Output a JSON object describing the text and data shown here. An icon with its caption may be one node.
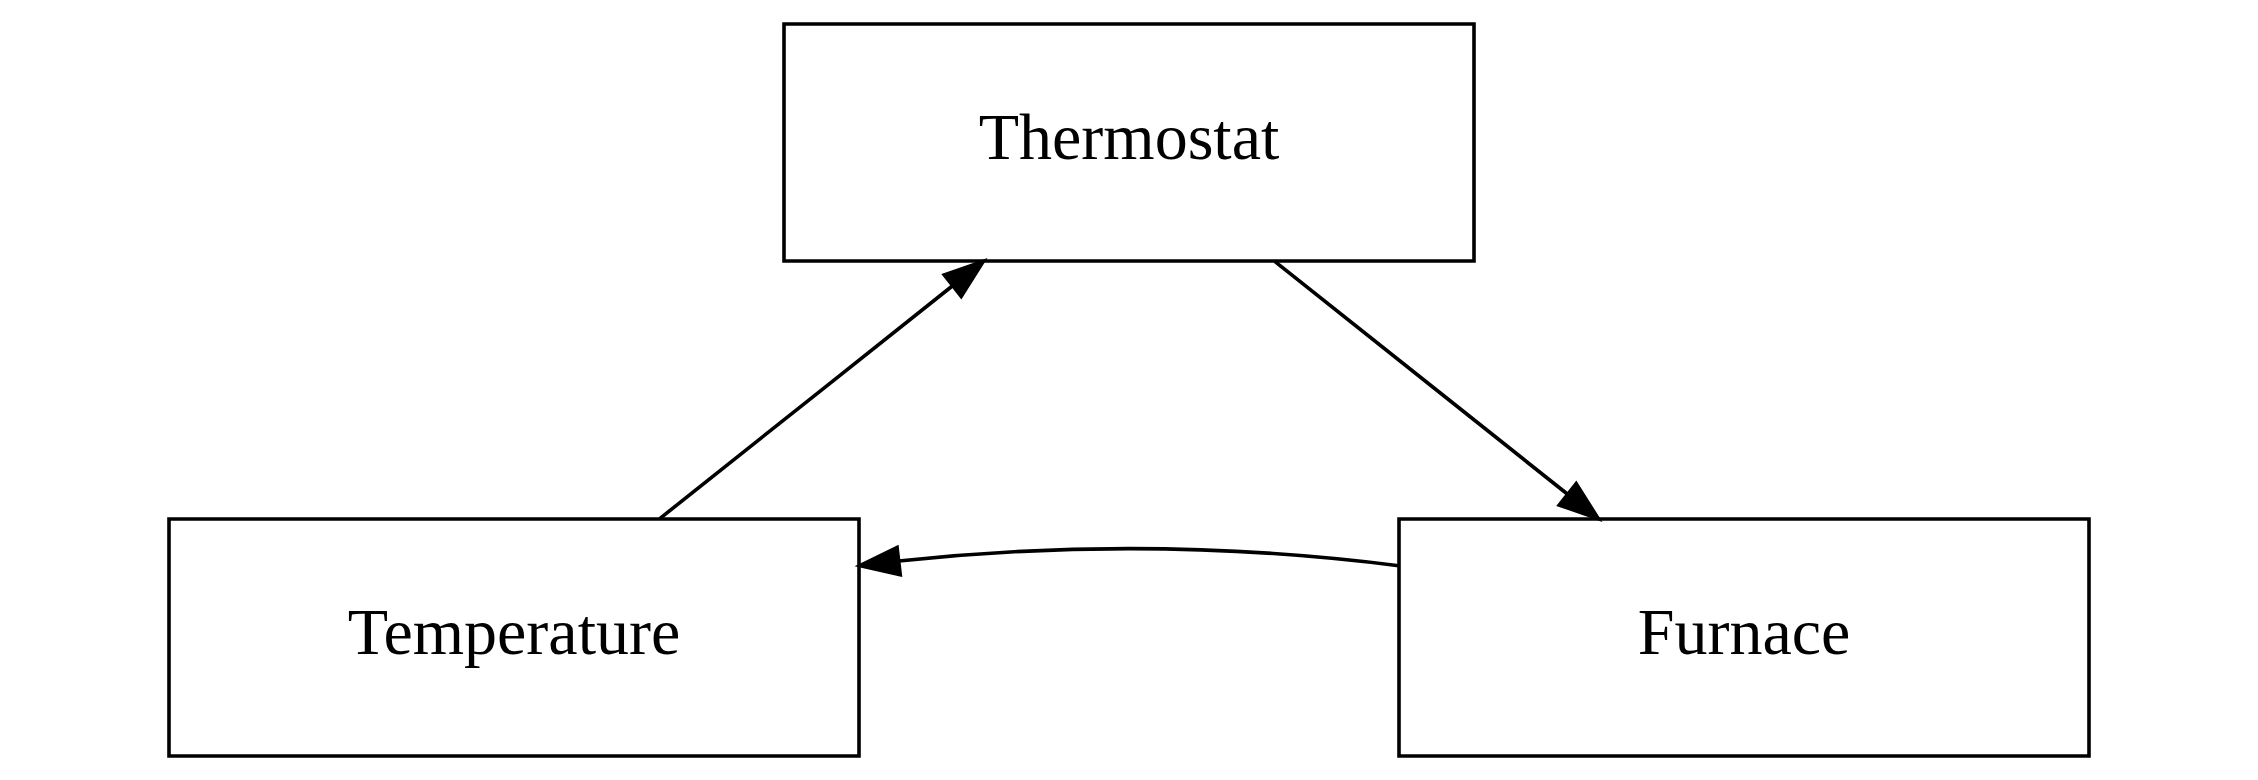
{
  "diagram": {
    "nodes": [
      {
        "text": [
          "Thermostat"
        ]
      },
      {
        "text": [
          "Temperature"
        ]
      },
      {
        "text": [
          "Furnace"
        ]
      }
    ],
    "edges": [
      {
        "from": 1,
        "to": 0,
        "arrow": "to"
      },
      {
        "from": 0,
        "to": 2,
        "arrow": "to"
      },
      {
        "from": 2,
        "to": 1,
        "arrow": "to"
      }
    ]
  }
}
